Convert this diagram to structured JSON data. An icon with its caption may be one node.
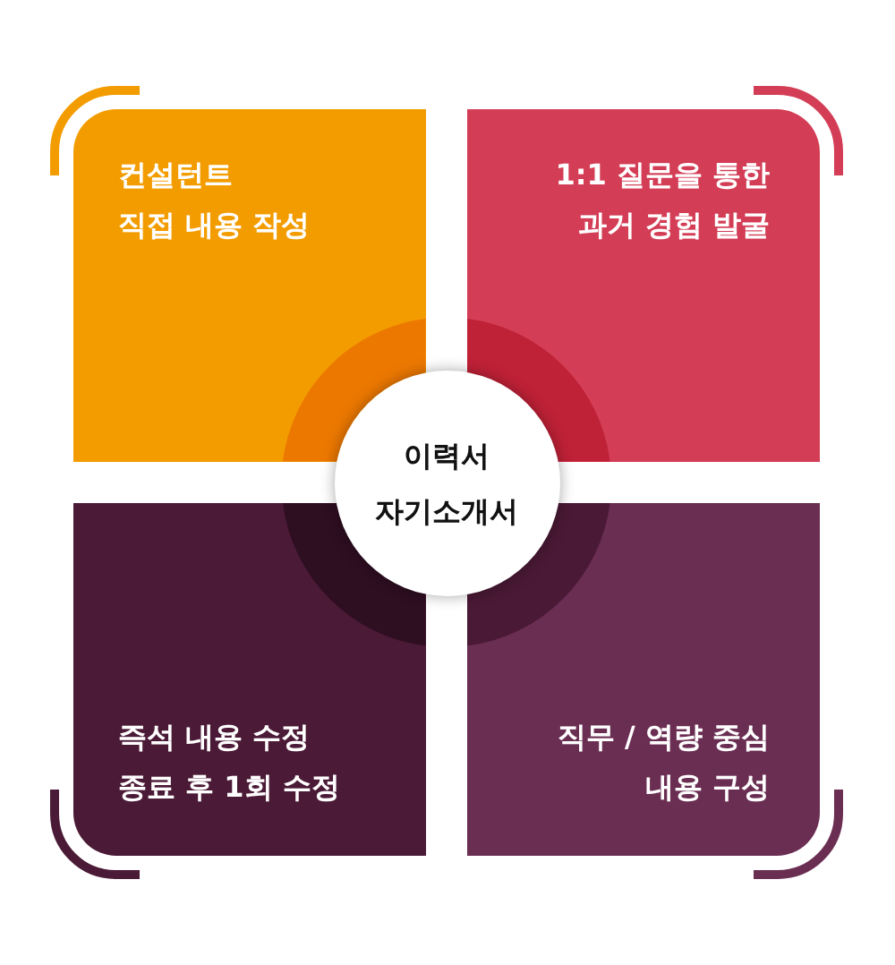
{
  "diagram": {
    "nodes": [
      {
        "text": [
          "컨설턴트 직접 내용 작성"
        ]
      },
      {
        "text": [],
        "shape": "arc",
        "in": 0
      },
      {
        "text": [
          "1:1 질문을 통한 과거 경험 발굴"
        ]
      },
      {
        "text": [],
        "shape": "arc",
        "in": 2
      },
      {
        "text": [
          "이력서 자기소개서"
        ]
      },
      {
        "text": [
          "즉석 내용 수정 종료 후 1회 수정"
        ]
      },
      {
        "text": [],
        "shape": "arc",
        "in": 5
      },
      {
        "text": [
          "직무 / 역량 중심 내용 구성"
        ]
      },
      {
        "text": [],
        "shape": "arc",
        "in": 7
      }
    ]
  }
}
